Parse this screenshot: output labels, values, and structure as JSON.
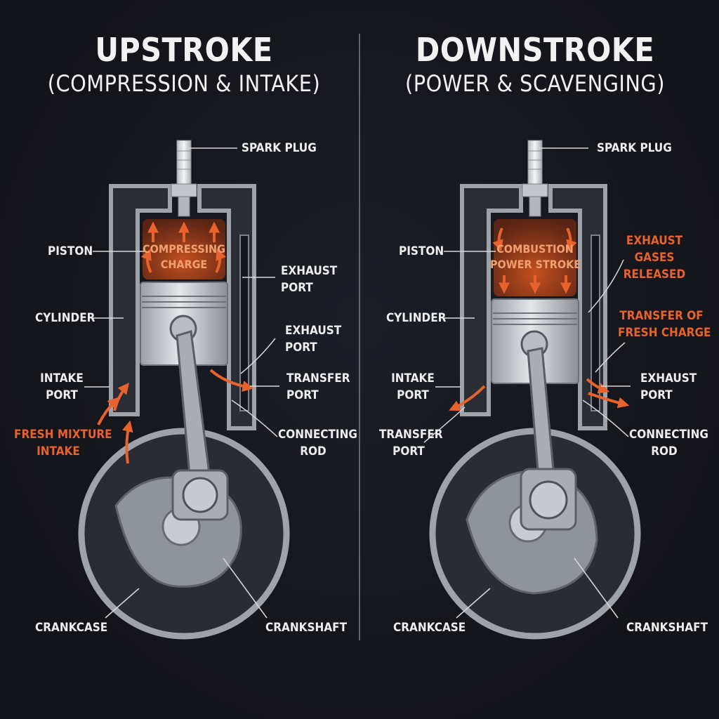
{
  "left": {
    "title": "UPSTROKE",
    "subtitle": "(COMPRESSION & INTAKE)",
    "labels": {
      "spark_plug": "SPARK PLUG",
      "piston": "PISTON",
      "cylinder": "CYLINDER",
      "intake_port": [
        "INTAKE",
        "PORT"
      ],
      "fresh_mixture": [
        "FRESH MIXTURE",
        "INTAKE"
      ],
      "exhaust_port_1": [
        "EXHAUST",
        "PORT"
      ],
      "exhaust_port_2": [
        "EXHAUST",
        "PORT"
      ],
      "transfer_port": [
        "TRANSFER",
        "PORT"
      ],
      "connecting_rod": [
        "CONNECTING",
        "ROD"
      ],
      "crankcase": "CRANKCASE",
      "crankshaft": "CRANKSHAFT",
      "chamber": [
        "COMPRESSING",
        "CHARGE"
      ]
    }
  },
  "right": {
    "title": "DOWNSTROKE",
    "subtitle": "(POWER & SCAVENGING)",
    "labels": {
      "spark_plug": "SPARK PLUG",
      "piston": "PISTON",
      "cylinder": "CYLINDER",
      "intake_port": [
        "INTAKE",
        "PORT"
      ],
      "transfer_port": [
        "TRANSFER",
        "PORT"
      ],
      "exhaust_gases": [
        "EXHAUST",
        "GASES",
        "RELEASED"
      ],
      "transfer_fresh": [
        "TRANSFER OF",
        "FRESH CHARGE"
      ],
      "exhaust_port": [
        "EXHAUST",
        "PORT"
      ],
      "connecting_rod": [
        "CONNECTING",
        "ROD"
      ],
      "crankcase": "CRANKCASE",
      "crankshaft": "CRANKSHAFT",
      "chamber": [
        "COMBUSTION",
        "POWER STROKE"
      ]
    }
  },
  "colors": {
    "accent": "#e8622d",
    "metal": "#9da1a8",
    "background": "#15161d"
  }
}
